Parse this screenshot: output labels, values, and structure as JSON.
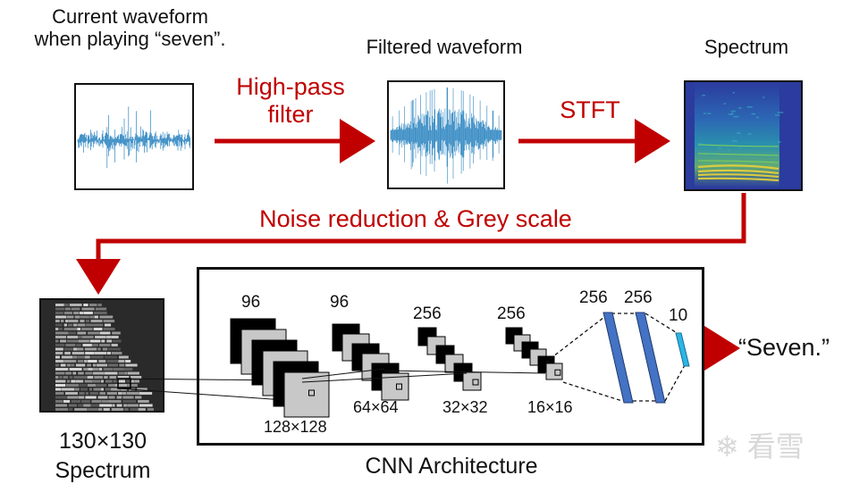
{
  "captions": {
    "current_waveform": [
      "Current waveform",
      "when playing “seven”."
    ],
    "filtered_waveform": "Filtered waveform",
    "spectrum": "Spectrum",
    "small_spectrum": [
      "130×130",
      "Spectrum"
    ],
    "cnn_architecture": "CNN Architecture"
  },
  "arrows": {
    "high_pass": [
      "High-pass",
      "filter"
    ],
    "stft": "STFT",
    "noise_reduction": "Noise reduction & Grey scale"
  },
  "cnn": {
    "stages": [
      {
        "channels": "96",
        "size": "128×128"
      },
      {
        "channels": "96",
        "size": "64×64"
      },
      {
        "channels": "256",
        "size": "32×32"
      },
      {
        "channels": "256",
        "size": "16×16"
      }
    ],
    "dense": [
      "256",
      "256",
      "10"
    ],
    "output": "“Seven.”"
  },
  "watermark": "看雪",
  "colors": {
    "arrow_red": "#c00000",
    "waveform_blue": "#2e86c1",
    "dense_blue": "#4472c4",
    "output_cyan": "#2bb5e8"
  }
}
